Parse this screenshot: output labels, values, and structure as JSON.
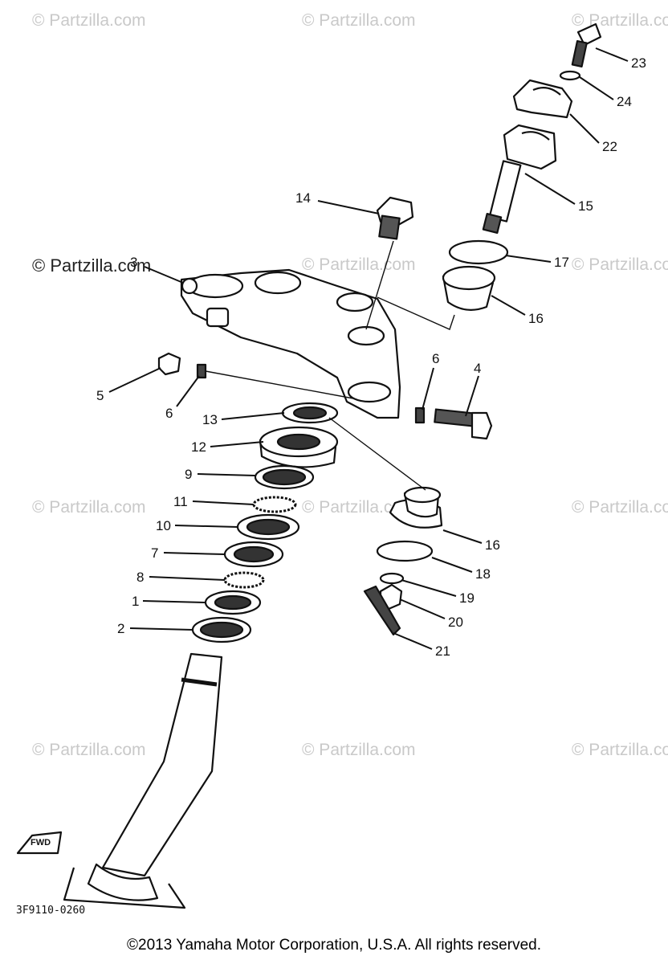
{
  "watermark": "© Partzilla.com",
  "drawing_code": "3F9110-0260",
  "copyright": "©2013 Yamaha Motor Corporation, U.S.A. All rights reserved.",
  "direction_marker": "FWD",
  "callouts": {
    "c23": "23",
    "c24": "24",
    "c22": "22",
    "c15": "15",
    "c14": "14",
    "c3": "3",
    "c17": "17",
    "c16a": "16",
    "c5": "5",
    "c6a": "6",
    "c6b": "6",
    "c4": "4",
    "c13": "13",
    "c12": "12",
    "c9": "9",
    "c11": "11",
    "c10": "10",
    "c7": "7",
    "c8": "8",
    "c1": "1",
    "c2": "2",
    "c16b": "16",
    "c18": "18",
    "c19": "19",
    "c20": "20",
    "c21": "21"
  }
}
